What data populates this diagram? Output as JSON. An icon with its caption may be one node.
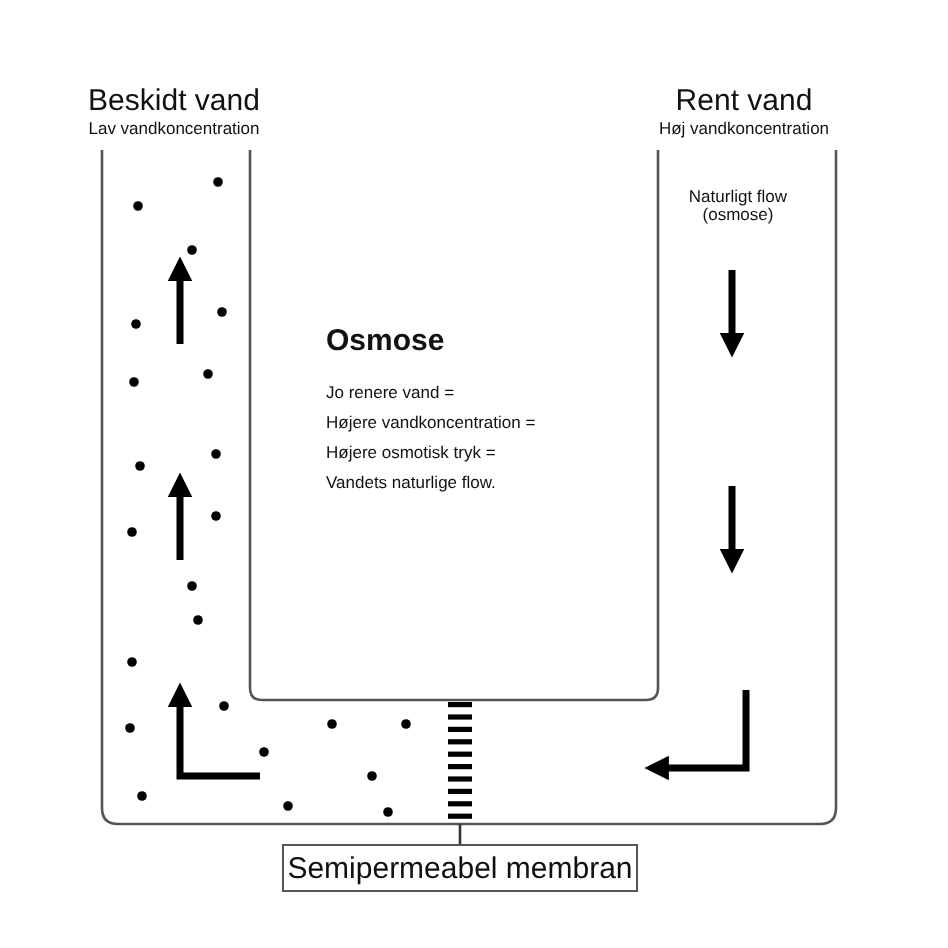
{
  "diagram": {
    "nodes": [
      {
        "text": [
          "Semipermeabel membran"
        ]
      },
      {
        "text": [],
        "shape": "bar"
      }
    ],
    "edges": [
      {
        "from": 0,
        "to": 1,
        "arrow": "none"
      }
    ],
    "labels": [
      "Beskidt vand",
      "Lav vandkoncentration",
      "Rent vand",
      "Høj vandkoncentration",
      "Naturligt flow (osmose)",
      "Osmose",
      "Jo renere vand =",
      "Højere vandkoncentration =",
      "Højere osmotisk tryk =",
      "Vandets naturlige flow."
    ]
  }
}
